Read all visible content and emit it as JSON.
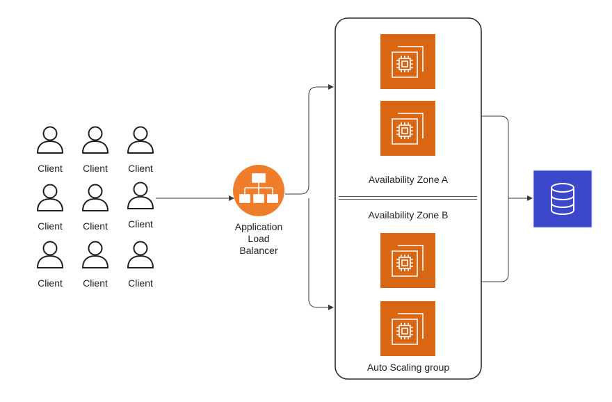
{
  "clients": [
    {
      "label": "Client"
    },
    {
      "label": "Client"
    },
    {
      "label": "Client"
    },
    {
      "label": "Client"
    },
    {
      "label": "Client"
    },
    {
      "label": "Client"
    },
    {
      "label": "Client"
    },
    {
      "label": "Client"
    },
    {
      "label": "Client"
    }
  ],
  "load_balancer": {
    "lines": [
      "Application",
      "Load",
      "Balancer"
    ]
  },
  "auto_scaling_group": {
    "label": "Auto Scaling group",
    "zones": [
      {
        "label": "Availability Zone A",
        "instances": 2
      },
      {
        "label": "Availability Zone B",
        "instances": 2
      }
    ]
  },
  "colors": {
    "ec2": "#d86613",
    "alb": "#ef7d2c",
    "database": "#3b48cc",
    "line": "#3a3a3a"
  },
  "icons": {
    "client": "user-icon",
    "load_balancer": "hierarchy-icon",
    "instance": "ec2-chip-icon",
    "database": "database-icon"
  }
}
